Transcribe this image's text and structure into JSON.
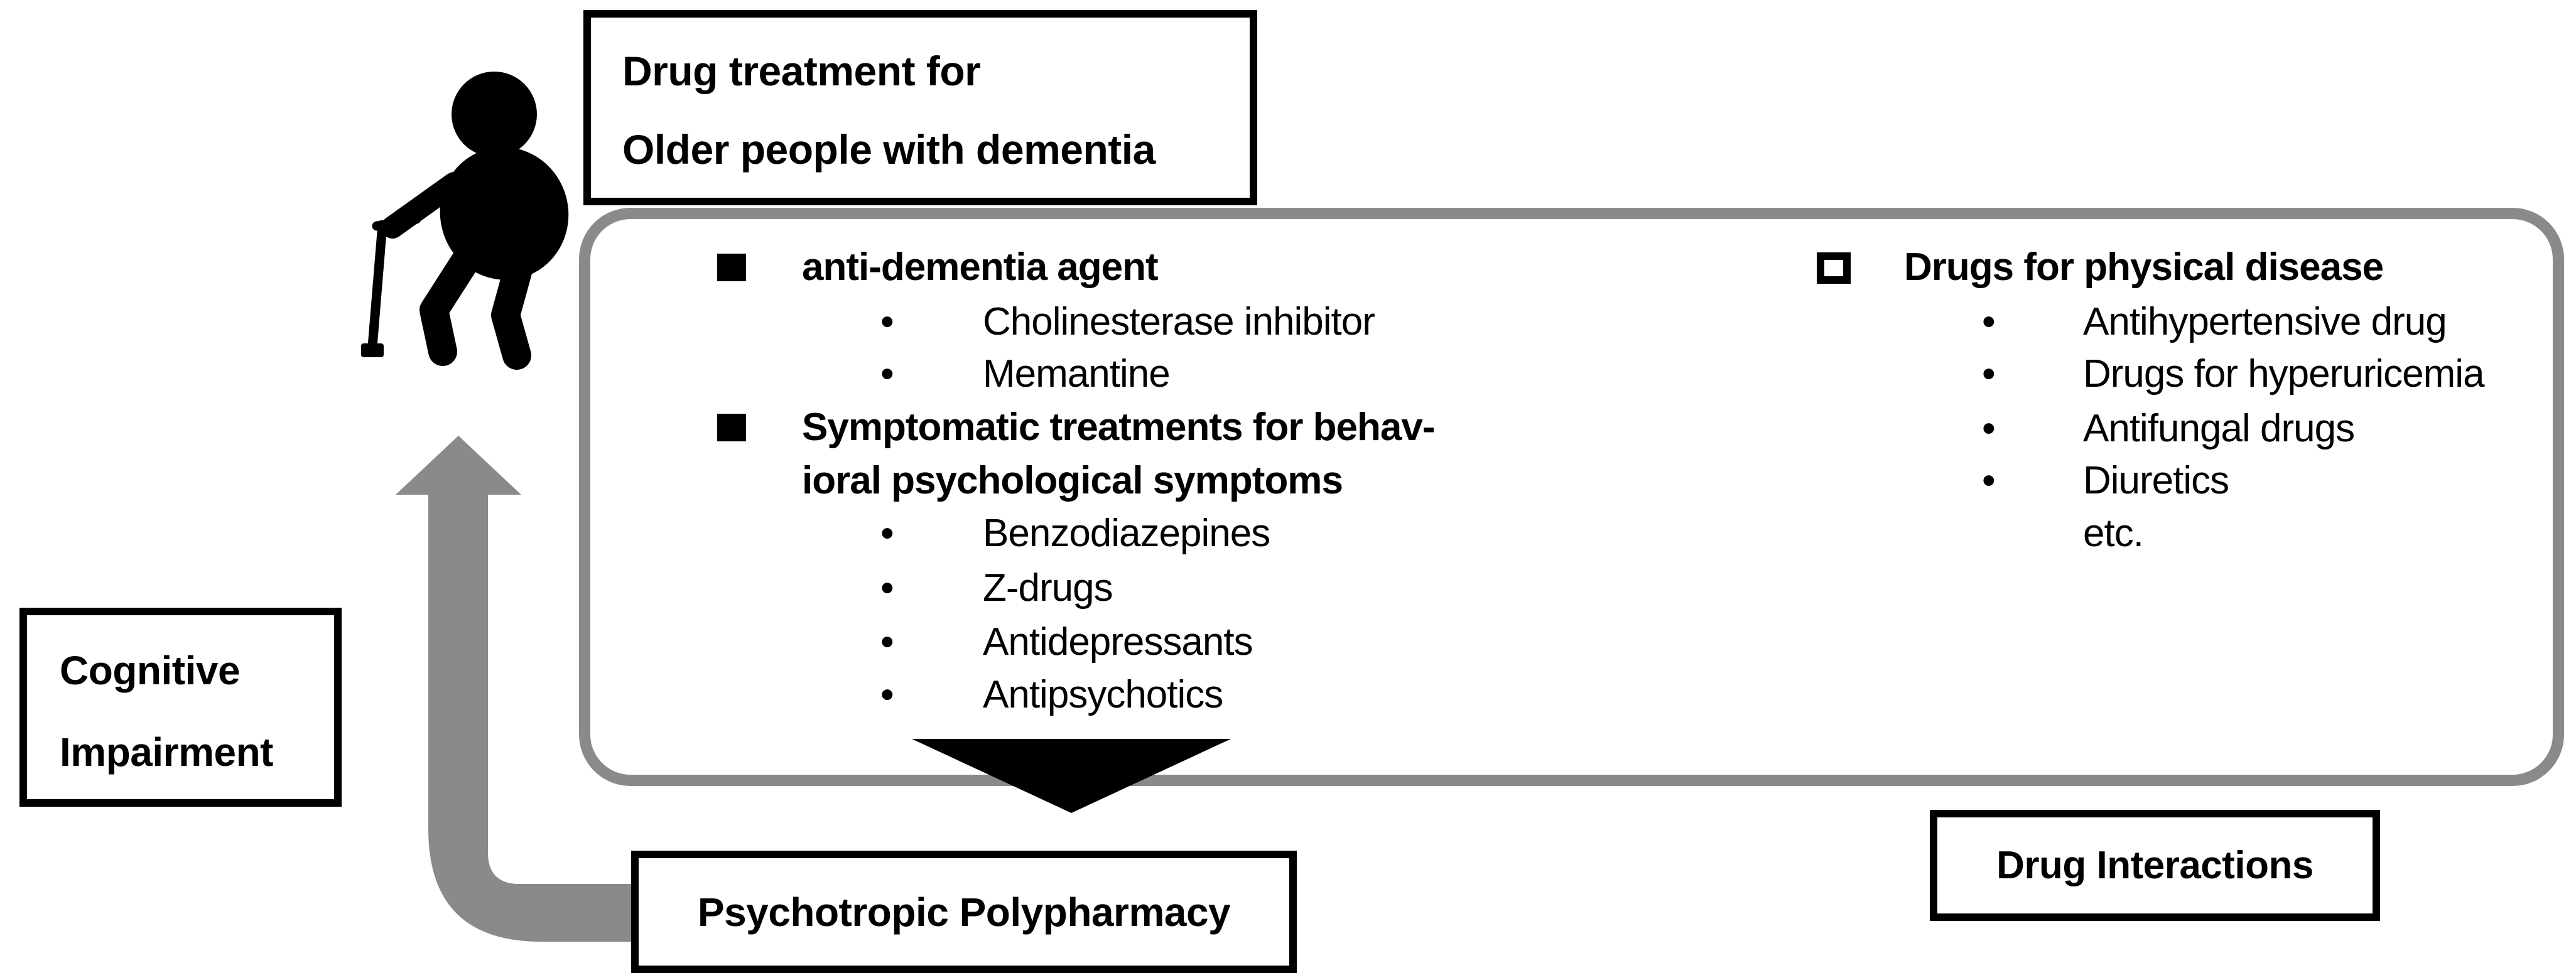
{
  "colors": {
    "arrow_gray": "#8a8a8a",
    "ink_black": "#000000",
    "background_white": "#ffffff"
  },
  "glyphs": {
    "bullet_dot": "•"
  },
  "icons": {
    "person": "elderly-person-with-cane",
    "up_arrow": "gray-elbow-up-arrow",
    "down_arrow": "black-down-triangle",
    "filled_square": "filled-square-bullet",
    "open_square": "open-square-bullet"
  },
  "title_box": {
    "line1": "Drug treatment for",
    "line2": "Older people with dementia"
  },
  "panel": {
    "left": {
      "anti_dementia": {
        "header": "anti-dementia agent",
        "items": [
          "Cholinesterase inhibitor",
          "Memantine"
        ]
      },
      "symptomatic": {
        "header_line1": "Symptomatic treatments for behav-",
        "header_line2": "ioral psychological symptoms",
        "items": [
          "Benzodiazepines",
          "Z-drugs",
          "Antidepressants",
          "Antipsychotics"
        ]
      }
    },
    "right": {
      "physical_disease": {
        "header": "Drugs for physical disease",
        "items": [
          "Antihypertensive drug",
          "Drugs for hyperuricemia",
          "Antifungal drugs",
          "Diuretics"
        ],
        "more_label": "etc."
      }
    }
  },
  "cognitive_box": {
    "line1": "Cognitive",
    "line2": "Impairment"
  },
  "psychotropic_box": {
    "label": "Psychotropic Polypharmacy"
  },
  "drug_interactions_box": {
    "label": "Drug Interactions"
  }
}
